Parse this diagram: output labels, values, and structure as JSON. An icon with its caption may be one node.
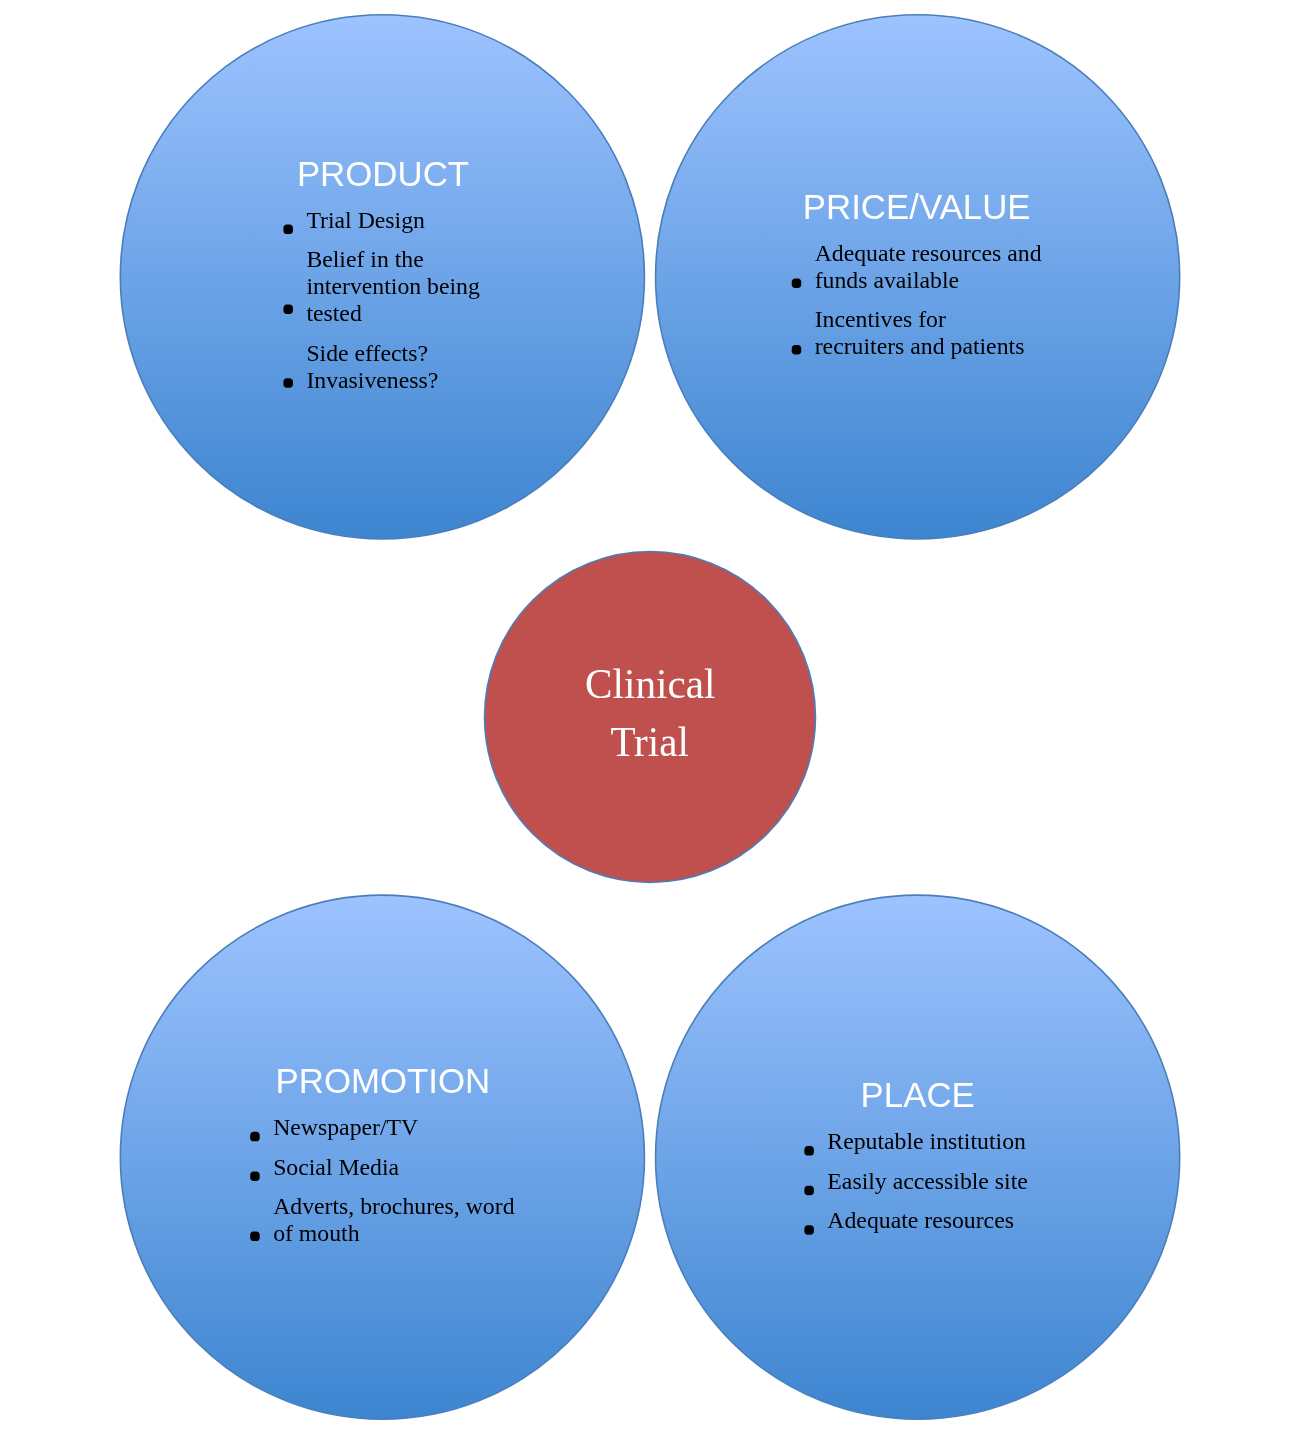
{
  "diagram": {
    "nodes": [
      {
        "text": [
          "PRODUCT",
          "Trial Design",
          "Belief in the intervention being tested",
          "Side effects? Invasiveness?"
        ]
      },
      {
        "text": [
          "PRICE/VALUE",
          "Adequate resources and funds available",
          "Incentives for recruiters and patients"
        ]
      },
      {
        "text": [
          "Clinical Trial"
        ]
      },
      {
        "text": [
          "PROMOTION",
          "Newspaper/TV",
          "Social Media",
          "Adverts, brochures, word of mouth"
        ]
      },
      {
        "text": [
          "PLACE",
          "Reputable institution",
          "Easily accessible site",
          "Adequate resources"
        ]
      }
    ]
  }
}
